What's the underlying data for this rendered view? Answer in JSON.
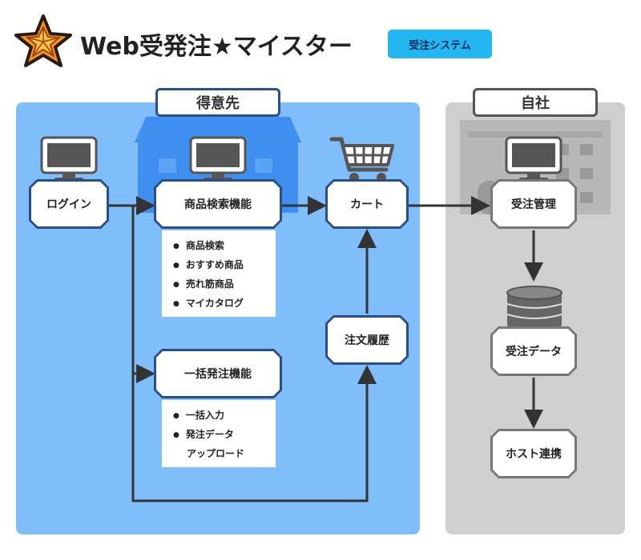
{
  "header": {
    "title": "Web受発注★マイスター",
    "badge": "受注システム"
  },
  "regions": {
    "client_label": "得意先",
    "own_label": "自社"
  },
  "nodes": {
    "login": "ログイン",
    "product_search": "商品検索機能",
    "cart": "カート",
    "order_history": "注文履歴",
    "bulk_order": "一括発注機能",
    "order_management": "受注管理",
    "order_data": "受注データ",
    "host_integration": "ホスト連携"
  },
  "lists": {
    "search_features": [
      "商品検索",
      "おすすめ商品",
      "売れ筋商品",
      "マイカタログ"
    ],
    "bulk_features": [
      "一括入力",
      "発注データ",
      "アップロード"
    ]
  },
  "colors": {
    "client_bg": "#80bdfb",
    "own_bg": "#cfcfcf",
    "client_border": "#2a4f87",
    "own_border": "#777777",
    "badge": "#22b7f0",
    "logo_star": "#f29a1c"
  }
}
